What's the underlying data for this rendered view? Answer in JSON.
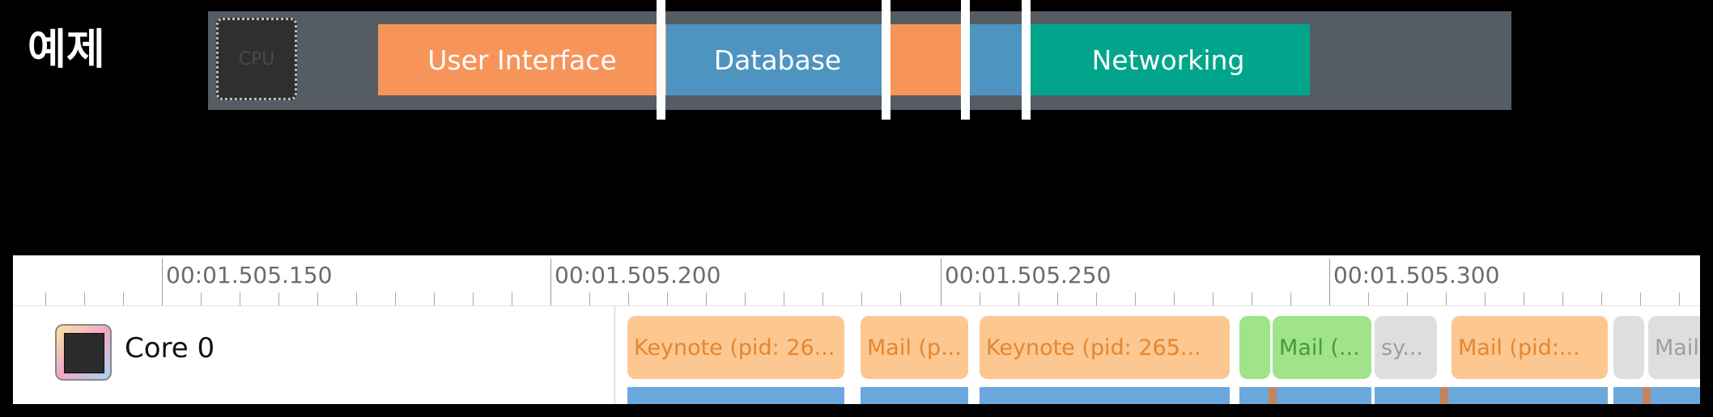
{
  "title": "예제",
  "cpu": {
    "chip_label": "CPU",
    "segments": [
      {
        "label": "User Interface",
        "color": "#f7945a"
      },
      {
        "label": "Database",
        "color": "#4e94c0"
      },
      {
        "label": "",
        "color": "#f7945a"
      },
      {
        "label": "",
        "color": "#4e94c0"
      },
      {
        "label": "Networking",
        "color": "#00a58c"
      }
    ]
  },
  "timeline": {
    "ruler": {
      "labels": [
        "00:01.505.150",
        "00:01.505.200",
        "00:01.505.250",
        "00:01.505.300"
      ]
    },
    "core": {
      "label": "Core 0",
      "icon": "core-icon"
    },
    "events": [
      {
        "label": "Keynote (pid: 26...",
        "kind": "orange"
      },
      {
        "label": "Mail (p...",
        "kind": "orange"
      },
      {
        "label": "Keynote (pid: 265...",
        "kind": "orange"
      },
      {
        "label": "",
        "kind": "green"
      },
      {
        "label": "Mail (...",
        "kind": "green"
      },
      {
        "label": "sy...",
        "kind": "gray"
      },
      {
        "label": "Mail (pid:...",
        "kind": "orange"
      },
      {
        "label": "",
        "kind": "gray"
      },
      {
        "label": "Mail",
        "kind": "gray"
      }
    ]
  }
}
